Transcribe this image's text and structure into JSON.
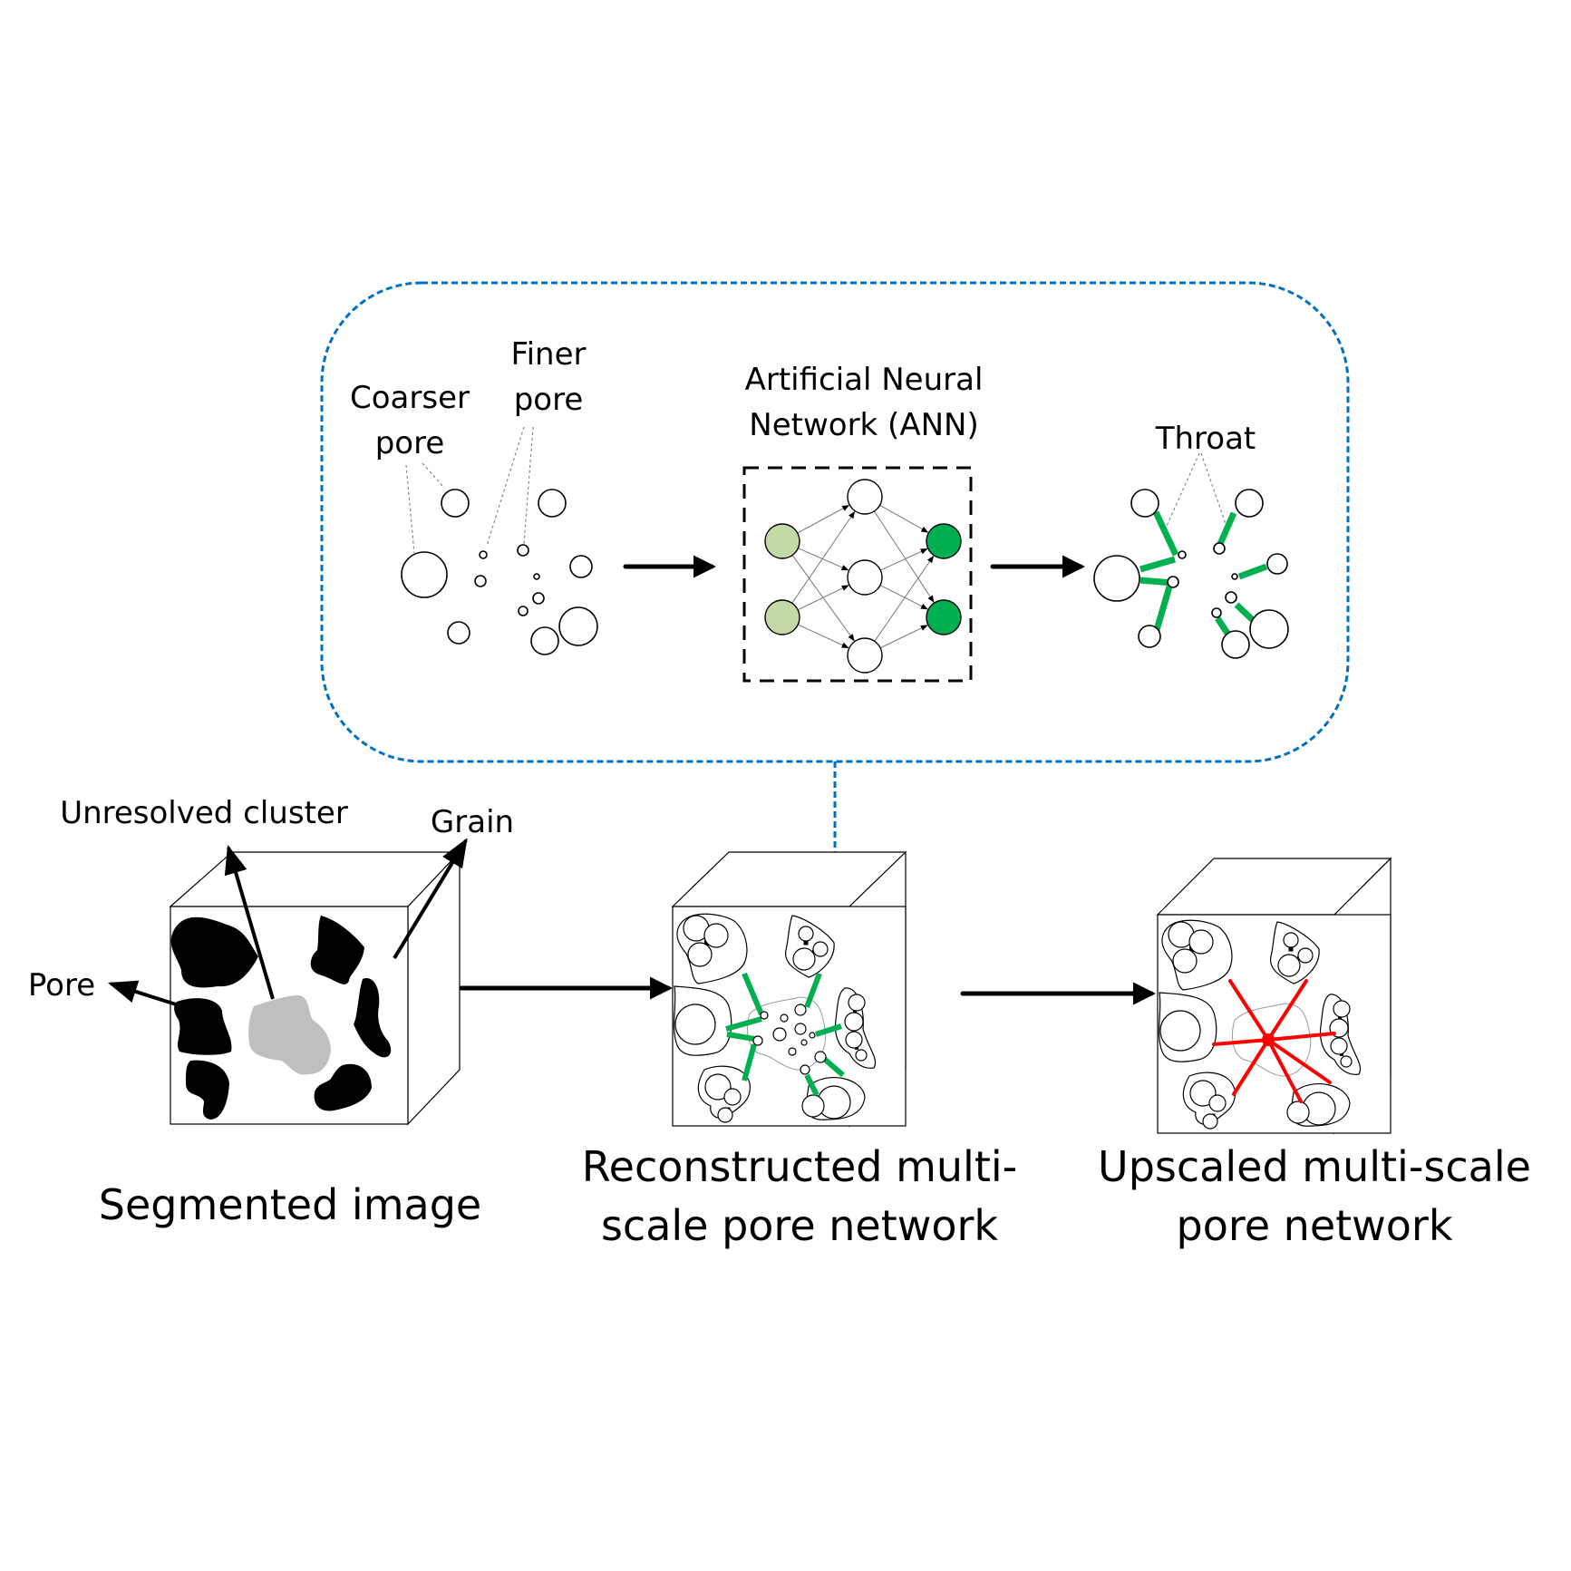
{
  "colors": {
    "panel_border": "#0070C0",
    "ann_input": "#C5D9A6",
    "ann_output": "#00B050",
    "throat_green": "#00B050",
    "upscaled_red": "#FF0000",
    "pore_black": "#000000",
    "cluster_gray": "#BFBFBF",
    "line": "#000000"
  },
  "ann_panel": {
    "coarser_label": [
      "Coarser",
      "pore"
    ],
    "finer_label": [
      "Finer",
      "pore"
    ],
    "ann_title": [
      "Artificial Neural",
      "Network (ANN)"
    ],
    "throat_label": "Throat",
    "ann_layers": [
      2,
      3,
      2
    ]
  },
  "segmented": {
    "unresolved_label": "Unresolved cluster",
    "grain_label": "Grain",
    "pore_label": "Pore",
    "caption": "Segmented image"
  },
  "reconstructed": {
    "caption": [
      "Reconstructed multi-",
      "scale pore network"
    ]
  },
  "upscaled": {
    "caption": [
      "Upscaled multi-scale",
      "pore network"
    ]
  }
}
